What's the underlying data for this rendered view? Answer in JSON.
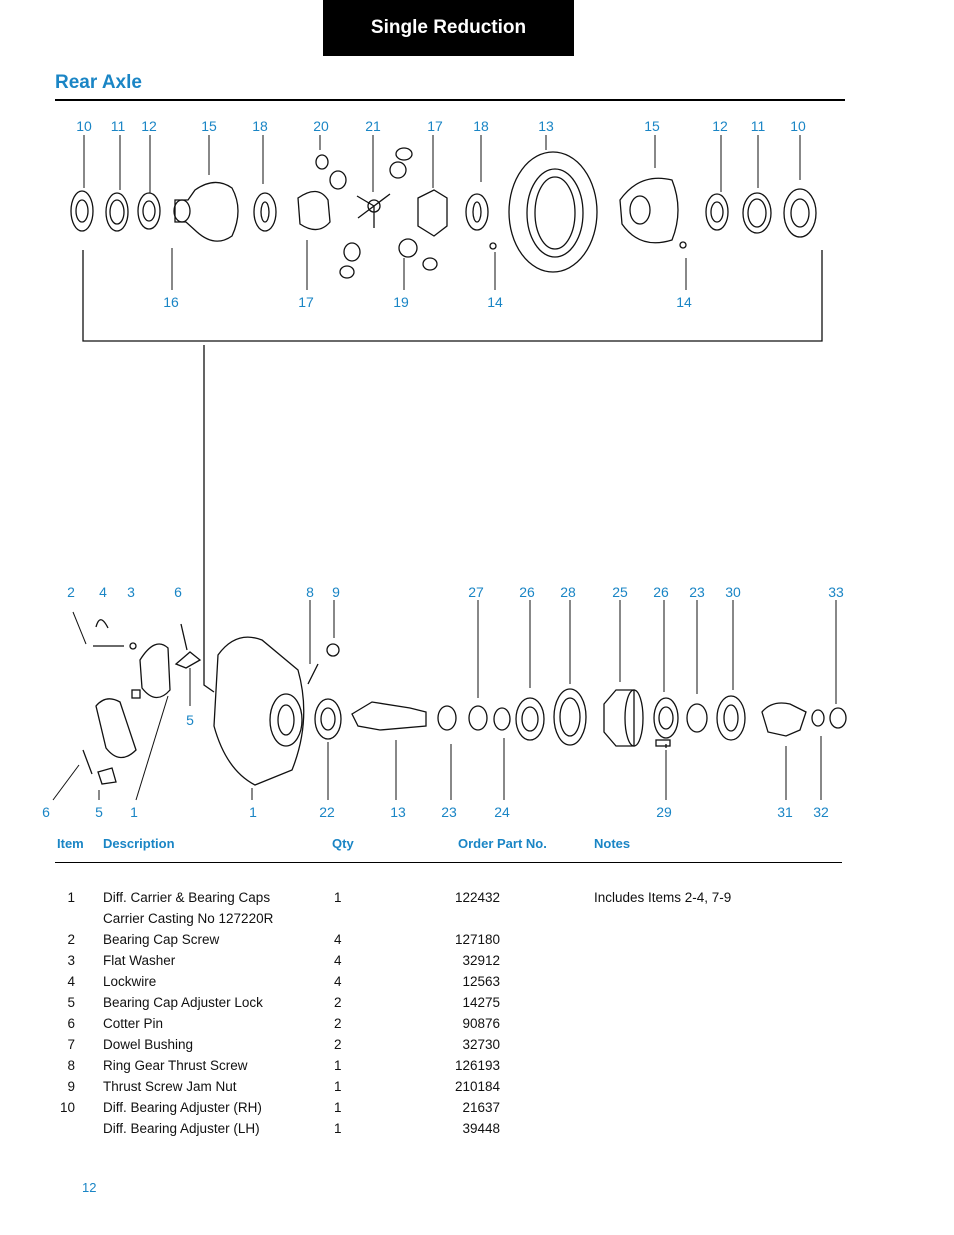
{
  "header": {
    "section_tab": "Single Reduction",
    "title": "Rear  Axle"
  },
  "diagram": {
    "top_labels": [
      "10",
      "11",
      "12",
      "15",
      "18",
      "20",
      "21",
      "17",
      "18",
      "13",
      "15",
      "12",
      "11",
      "10"
    ],
    "top_lower_labels": [
      "16",
      "17",
      "19",
      "14",
      "14"
    ],
    "bottom_upper_labels": [
      "2",
      "4",
      "3",
      "6",
      "8",
      "9",
      "27",
      "26",
      "28",
      "25",
      "26",
      "23",
      "30",
      "33"
    ],
    "bottom_lower_labels": [
      "6",
      "5",
      "1",
      "1",
      "22",
      "13",
      "23",
      "24",
      "29",
      "31",
      "32"
    ],
    "mid_label": "5"
  },
  "table": {
    "headers": {
      "item": "Item",
      "description": "Description",
      "qty": "Qty",
      "part": "Order Part No.",
      "notes": "Notes"
    },
    "rows": [
      {
        "item": "1",
        "description": "Diff. Carrier & Bearing Caps",
        "qty": "1",
        "part": "122432",
        "notes": "Includes Items 2-4, 7-9"
      },
      {
        "item": "",
        "description": "Carrier Casting No 127220R",
        "qty": "",
        "part": "",
        "notes": ""
      },
      {
        "item": "2",
        "description": "Bearing Cap Screw",
        "qty": "4",
        "part": "127180",
        "notes": ""
      },
      {
        "item": "3",
        "description": "Flat Washer",
        "qty": "4",
        "part": "32912",
        "notes": ""
      },
      {
        "item": "4",
        "description": "Lockwire",
        "qty": "4",
        "part": "12563",
        "notes": ""
      },
      {
        "item": "5",
        "description": "Bearing Cap Adjuster Lock",
        "qty": "2",
        "part": "14275",
        "notes": ""
      },
      {
        "item": "6",
        "description": "Cotter Pin",
        "qty": "2",
        "part": "90876",
        "notes": ""
      },
      {
        "item": "7",
        "description": "Dowel Bushing",
        "qty": "2",
        "part": "32730",
        "notes": ""
      },
      {
        "item": "8",
        "description": "Ring Gear Thrust Screw",
        "qty": "1",
        "part": "126193",
        "notes": ""
      },
      {
        "item": "9",
        "description": "Thrust Screw Jam Nut",
        "qty": "1",
        "part": "210184",
        "notes": ""
      },
      {
        "item": "10",
        "description": "Diff. Bearing Adjuster (RH)",
        "qty": "1",
        "part": "21637",
        "notes": ""
      },
      {
        "item": "",
        "description": "Diff. Bearing Adjuster (LH)",
        "qty": "1",
        "part": "39448",
        "notes": ""
      }
    ]
  },
  "footer": {
    "page_number": "12"
  },
  "colors": {
    "accent": "#1a85c5",
    "tab_bg": "#000000",
    "text": "#111111"
  }
}
